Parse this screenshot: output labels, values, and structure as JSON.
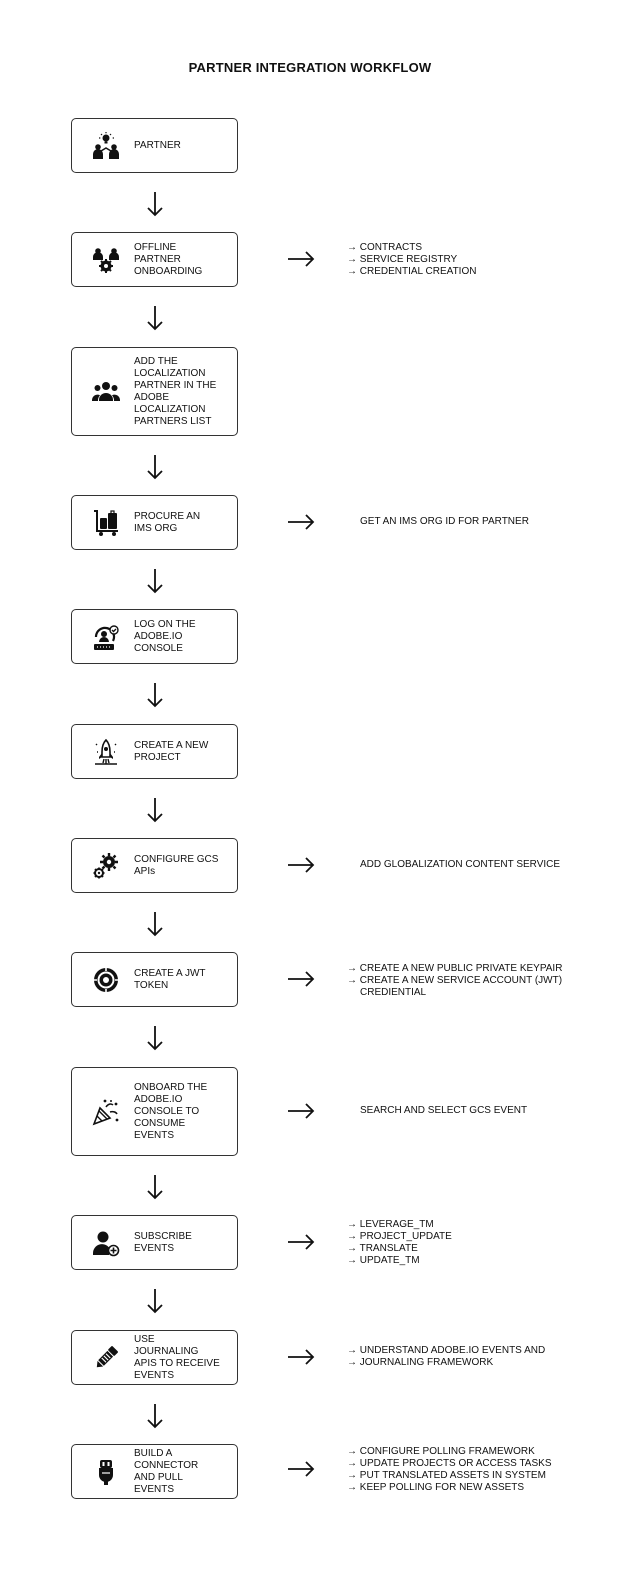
{
  "title": "PARTNER INTEGRATION WORKFLOW",
  "steps": [
    {
      "label": "PARTNER",
      "icon": "idea-team-icon"
    },
    {
      "label": "OFFLINE\nPARTNER\nONBOARDING",
      "icon": "team-gear-icon",
      "notes": [
        "→ CONTRACTS",
        "→ SERVICE REGISTRY",
        "→ CREDENTIAL CREATION"
      ]
    },
    {
      "label": "ADD THE\nLOCALIZATION\nPARTNER IN THE\nADOBE\nLOCALIZATION\nPARTNERS LIST",
      "icon": "users-group-icon"
    },
    {
      "label": "PROCURE AN\nIMS ORG",
      "icon": "luggage-cart-icon",
      "notes": [
        "GET AN IMS ORG ID FOR PARTNER"
      ]
    },
    {
      "label": "LOG ON THE\nADOBE.IO CONSOLE",
      "icon": "user-login-icon"
    },
    {
      "label": "CREATE A NEW\nPROJECT",
      "icon": "rocket-launch-icon"
    },
    {
      "label": "CONFIGURE GCS\nAPIs",
      "icon": "gears-icon",
      "notes": [
        "ADD GLOBALIZATION CONTENT SERVICE"
      ]
    },
    {
      "label": "CREATE A JWT\nTOKEN",
      "icon": "token-coin-icon",
      "notes": [
        "→ CREATE A NEW PUBLIC PRIVATE KEYPAIR",
        "→ CREATE A NEW SERVICE ACCOUNT (JWT)",
        "CREDIENTIAL"
      ]
    },
    {
      "label": "ONBOARD THE\nADOBE.IO\nCONSOLE TO\nCONSUME\nEVENTS",
      "icon": "party-popper-icon",
      "notes": [
        "SEARCH AND SELECT GCS EVENT"
      ]
    },
    {
      "label": "SUBSCRIBE\nEVENTS",
      "icon": "user-add-icon",
      "notes": [
        "→ LEVERAGE_TM",
        "→ PROJECT_UPDATE",
        "→ TRANSLATE",
        "→ UPDATE_TM"
      ]
    },
    {
      "label": "USE\nJOURNALING\nAPIS TO RECEIVE\nEVENTS",
      "icon": "pen-tool-icon",
      "notes": [
        "→ UNDERSTAND ADOBE.IO EVENTS AND",
        "→ JOURNALING FRAMEWORK"
      ]
    },
    {
      "label": "BUILD A\nCONNECTOR\nAND PULL\nEVENTS",
      "icon": "plug-connector-icon",
      "notes": [
        "→ CONFIGURE POLLING FRAMEWORK",
        "→ UPDATE PROJECTS OR ACCESS TASKS",
        "→ PUT TRANSLATED ASSETS IN SYSTEM",
        "→ KEEP POLLING FOR NEW ASSETS"
      ]
    }
  ]
}
